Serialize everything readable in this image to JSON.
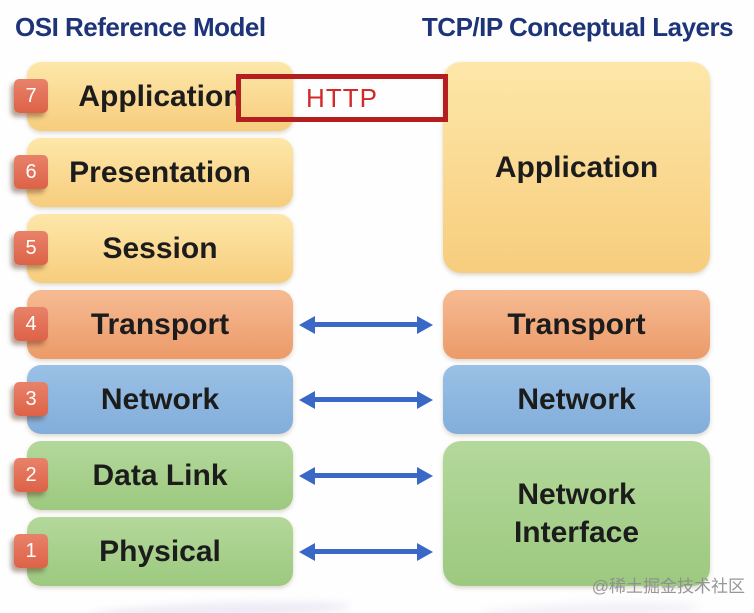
{
  "titles": {
    "left": "OSI Reference Model",
    "right": "TCP/IP Conceptual Layers"
  },
  "osi_model": {
    "layers": [
      {
        "number": "7",
        "label": "Application",
        "color": "#f7cd7d"
      },
      {
        "number": "6",
        "label": "Presentation",
        "color": "#f7cd7d"
      },
      {
        "number": "5",
        "label": "Session",
        "color": "#f7cd7d"
      },
      {
        "number": "4",
        "label": "Transport",
        "color": "#ec9a68"
      },
      {
        "number": "3",
        "label": "Network",
        "color": "#82aedb"
      },
      {
        "number": "2",
        "label": "Data Link",
        "color": "#9cc97f"
      },
      {
        "number": "1",
        "label": "Physical",
        "color": "#9cc97f"
      }
    ]
  },
  "tcpip_model": {
    "layers": [
      {
        "label": "Application",
        "color": "#f7cd7d"
      },
      {
        "label": "Transport",
        "color": "#ec9a68"
      },
      {
        "label": "Network",
        "color": "#82aedb"
      },
      {
        "label": "Network Interface",
        "color": "#9cc97f"
      }
    ]
  },
  "annotation": {
    "label": "HTTP",
    "border_color": "#b51e1e",
    "text_color": "#d02a2a"
  },
  "arrows": {
    "count": 4,
    "color": "#3a68c6",
    "between": [
      "Transport",
      "Network",
      "Data Link / Network Interface",
      "Physical / Network Interface"
    ]
  },
  "watermark": "@稀土掘金技术社区",
  "colors": {
    "title_text": "#1e3478",
    "badge": "#dd6247",
    "yellow_layer": "#f7cd7d",
    "orange_layer": "#ec9a68",
    "blue_layer": "#82aedb",
    "green_layer": "#9cc97f"
  }
}
